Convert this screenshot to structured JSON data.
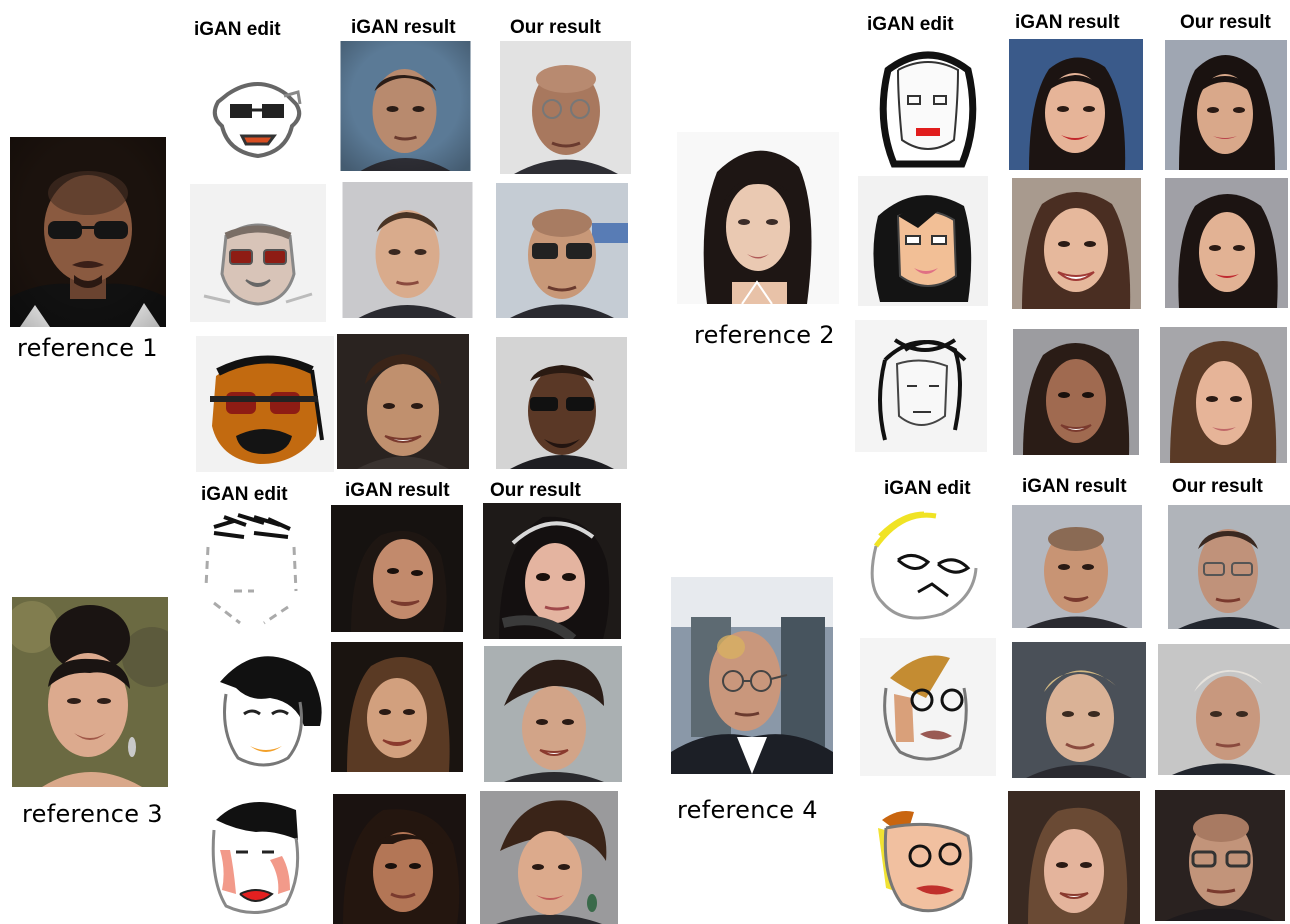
{
  "headers": {
    "igan_edit": "iGAN edit",
    "igan_result": "iGAN result",
    "our_result": "Our result"
  },
  "references": [
    {
      "label": "reference 1"
    },
    {
      "label": "reference 2"
    },
    {
      "label": "reference 3"
    },
    {
      "label": "reference 4"
    }
  ],
  "colors": {
    "sketch_bg": "#f4f4f4",
    "skin_light": "#e2bca0",
    "skin_mid": "#c99477",
    "skin_dark": "#7a4e38",
    "hair_dark": "#1d1714",
    "hair_brown": "#4a2f22",
    "hair_light": "#c9b18a",
    "lip_red": "#d9362e",
    "sketch_orange": "#c9650f",
    "sketch_yellow": "#f1e233"
  }
}
